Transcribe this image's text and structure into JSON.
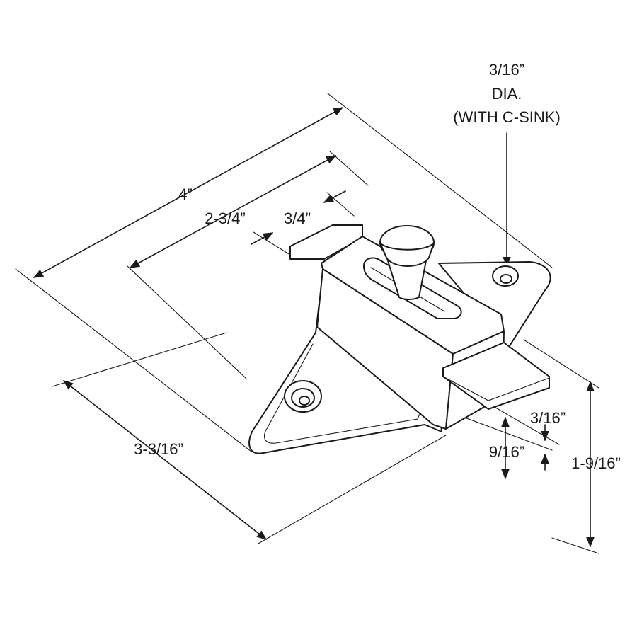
{
  "callout": {
    "line1": "3/16”",
    "line2": "DIA.",
    "line3": "(WITH C-SINK)"
  },
  "dimensions": {
    "overall_length": "4”",
    "base_length": "2-3/4”",
    "bolt_width": "3/4”",
    "plate_length": "3-3/16”",
    "bolt_thickness": "3/16”",
    "bolt_offset": "9/16”",
    "overall_height": "1-9/16”"
  }
}
